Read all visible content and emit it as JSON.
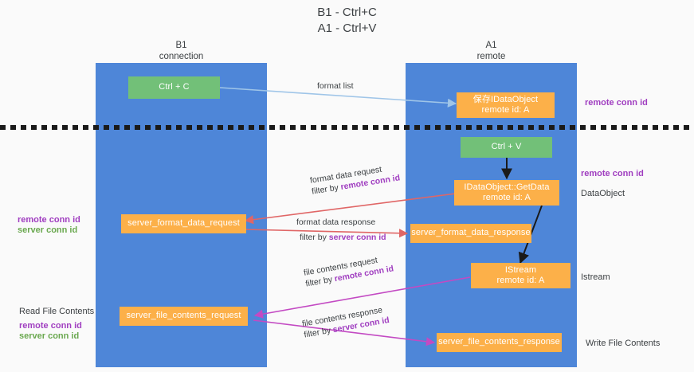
{
  "title": {
    "line1": "B1 - Ctrl+C",
    "line2": "A1 - Ctrl+V"
  },
  "columns": [
    {
      "name": "B1",
      "role": "connection"
    },
    {
      "name": "A1",
      "role": "remote"
    }
  ],
  "nodes": {
    "ctrl_c": {
      "label": "Ctrl + C"
    },
    "ctrl_v": {
      "label": "Ctrl + V"
    },
    "save_dataobject": {
      "line1": "保存IDataObject",
      "line2": "remote id: A"
    },
    "getdata": {
      "line1": "IDataObject::GetData",
      "line2": "remote id: A"
    },
    "istream": {
      "line1": "IStream",
      "line2": "remote id: A"
    },
    "server_format_data_request": {
      "label": "server_format_data_request"
    },
    "server_format_data_response": {
      "label": "server_format_data_response"
    },
    "server_file_contents_request": {
      "label": "server_file_contents_request"
    },
    "server_file_contents_response": {
      "label": "server_file_contents_response"
    }
  },
  "edges": {
    "format_list": {
      "label": "format list"
    },
    "format_data_request": {
      "line1": "format data request",
      "line2_prefix": "filter by ",
      "line2_highlight": "remote conn id"
    },
    "format_data_response": {
      "line1": "format data response",
      "line2_prefix": "filter by ",
      "line2_highlight": "server conn id"
    },
    "file_contents_request": {
      "line1": "file contents request",
      "line2_prefix": "filter by ",
      "line2_highlight": "remote conn id"
    },
    "file_contents_response": {
      "line1": "file contents response",
      "line2_prefix": "filter by ",
      "line2_highlight": "server conn id"
    }
  },
  "annotations": {
    "right_top_remote_conn_id": "remote conn id",
    "right_mid_remote_conn_id": "remote conn id",
    "right_dataobject": "DataObject",
    "right_istream": "Istream",
    "right_write_file_contents": "Write File Contents",
    "left_remote_conn_id": "remote conn id",
    "left_server_conn_id": "server conn id",
    "left_read_file_contents": "Read File Contents",
    "left_bottom_remote_conn_id": "remote conn id",
    "left_bottom_server_conn_id": "server conn id"
  },
  "colors": {
    "lane": "#4e86d8",
    "node_green": "#72c078",
    "node_orange": "#fcb049",
    "accent_purple": "#a03ec0",
    "accent_green": "#6aa84f",
    "edge_blue": "#9fc5e8",
    "edge_red": "#e06666",
    "edge_magenta": "#c34ac3",
    "edge_black": "#1a1a1a",
    "background": "#fafafa"
  }
}
